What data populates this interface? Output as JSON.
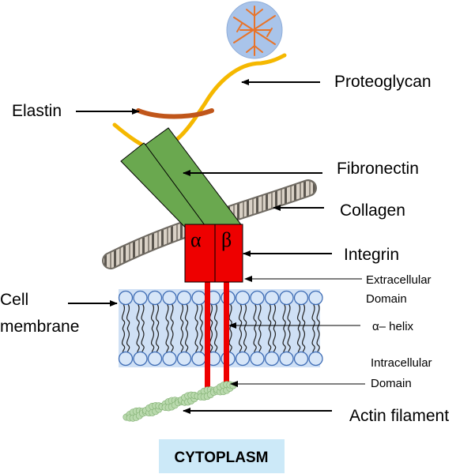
{
  "labels": {
    "proteoglycan": "Proteoglycan",
    "elastin": "Elastin",
    "fibronectin": "Fibronectin",
    "collagen": "Collagen",
    "integrin": "Integrin",
    "extracellular_line1": "Extracellular",
    "extracellular_line2": "Domain",
    "cell_line1": "Cell",
    "cell_line2": "membrane",
    "alpha_helix": "α– helix",
    "intracellular_line1": "Intracellular",
    "intracellular_line2": "Domain",
    "actin": "Actin filament",
    "cytoplasm": "CYTOPLASM"
  },
  "integrin_subunits": {
    "alpha": "α",
    "beta": "β"
  },
  "colors": {
    "proteoglycan_strand": "#f5b800",
    "proteoglycan_core": "#a9c4ea",
    "proteoglycan_branches": "#e8742a",
    "elastin": "#c0561a",
    "fibronectin": "#6aa84f",
    "collagen": "#d8cfc4",
    "integrin": "#ee0000",
    "membrane": "#cfe0f5",
    "lipid_head": "#d7e6f8",
    "actin": "#b9d9ad",
    "cytoplasm_box": "#cce9f8"
  }
}
